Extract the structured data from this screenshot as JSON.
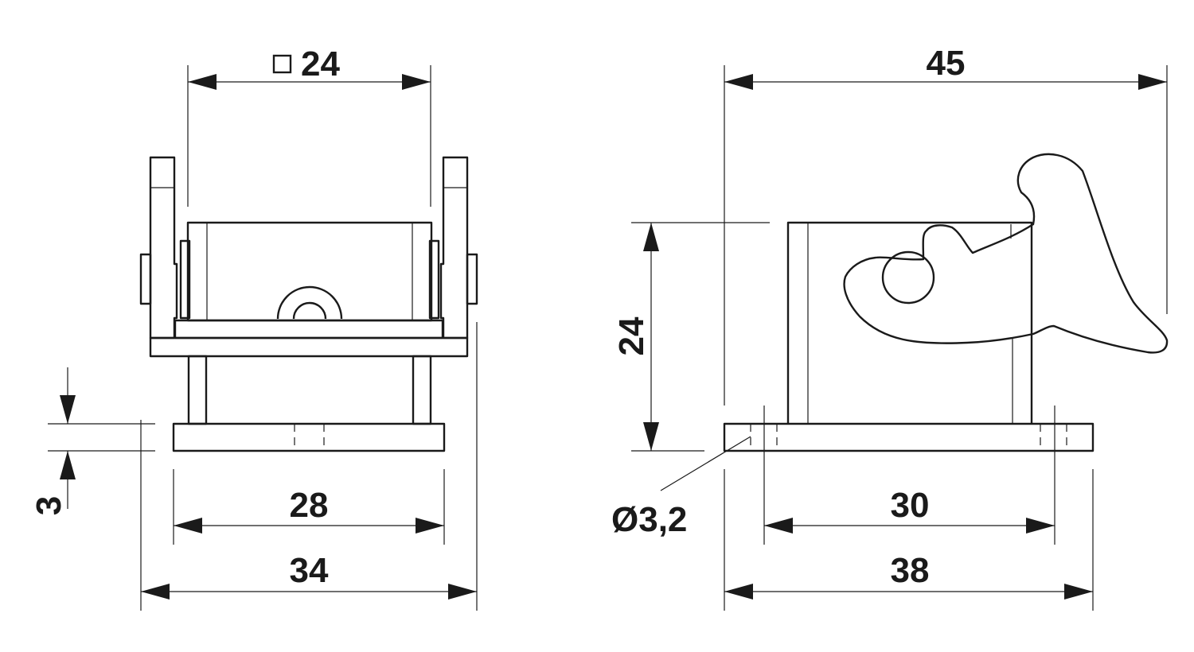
{
  "drawing": {
    "front_view": {
      "dim_square": "24",
      "dim_base_hole_spacing": "28",
      "dim_base_width": "34",
      "dim_base_thickness": "3"
    },
    "side_view": {
      "dim_overall_length": "45",
      "dim_height": "24",
      "dim_hole_diameter": "Ø3,2",
      "dim_hole_spacing": "30",
      "dim_base_length": "38"
    }
  }
}
